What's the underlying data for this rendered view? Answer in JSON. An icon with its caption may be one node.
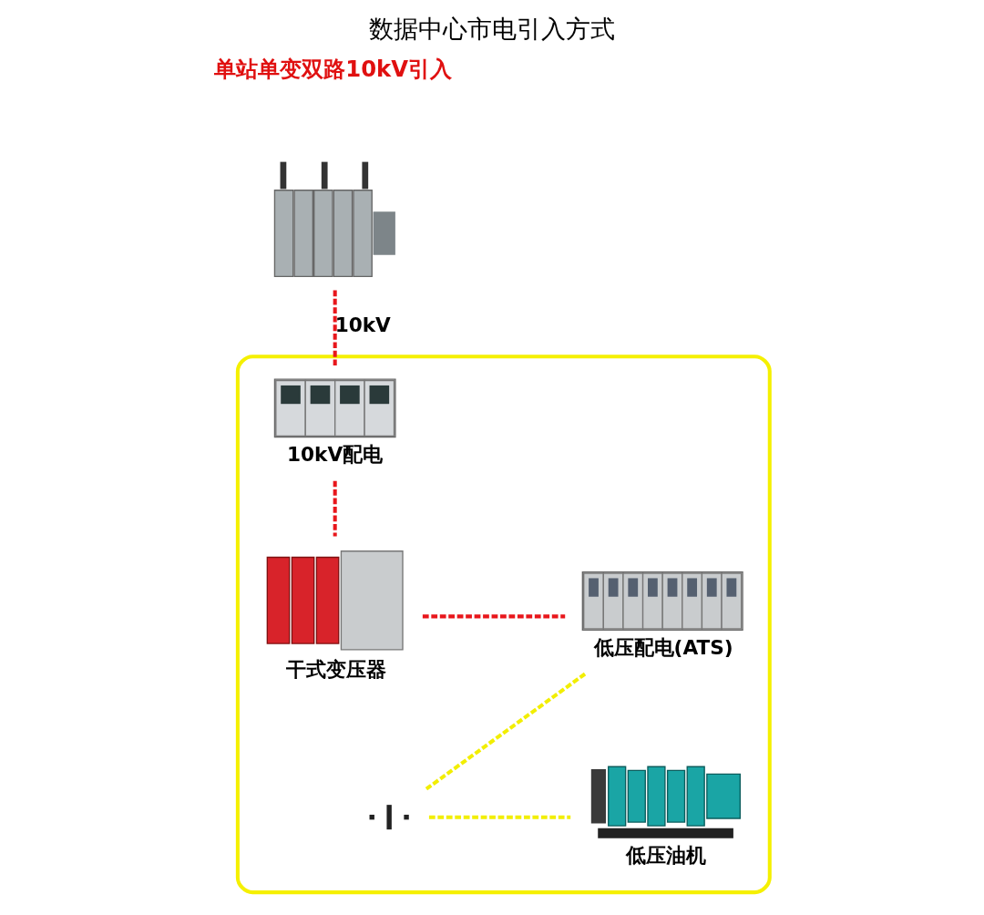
{
  "diagram": {
    "title": "数据中心市电引入方式",
    "nodes": [
      {
        "text": [],
        "shape": "picture"
      },
      {
        "text": [],
        "shape": "box"
      },
      {
        "text": [],
        "shape": "picture",
        "in": 1,
        "beside": [
          "10kV配电"
        ]
      },
      {
        "text": [],
        "shape": "picture",
        "in": 1,
        "beside": [
          "干式变压器"
        ]
      },
      {
        "text": [],
        "shape": "picture",
        "in": 1,
        "beside": [
          "低压配电(ATS)"
        ]
      },
      {
        "text": [],
        "shape": "picture",
        "in": 1
      },
      {
        "text": [],
        "shape": "picture",
        "in": 1,
        "beside": [
          "低压油机"
        ]
      }
    ],
    "edges": [
      {
        "from": 0,
        "to": 2,
        "arrow": "none",
        "label": "10kV",
        "style": "dashed"
      },
      {
        "from": 2,
        "to": 3,
        "arrow": "none",
        "style": "dashed"
      },
      {
        "from": 3,
        "to": 4,
        "arrow": "none",
        "style": "dashed"
      },
      {
        "from": 4,
        "to": 5,
        "arrow": "none",
        "style": "dashed",
        "color": "#f2ee00"
      },
      {
        "from": 5,
        "to": 6,
        "arrow": "none",
        "style": "dashed",
        "color": "#f2ee00"
      }
    ],
    "labels": [
      "单站单变双路10kV引入"
    ]
  }
}
